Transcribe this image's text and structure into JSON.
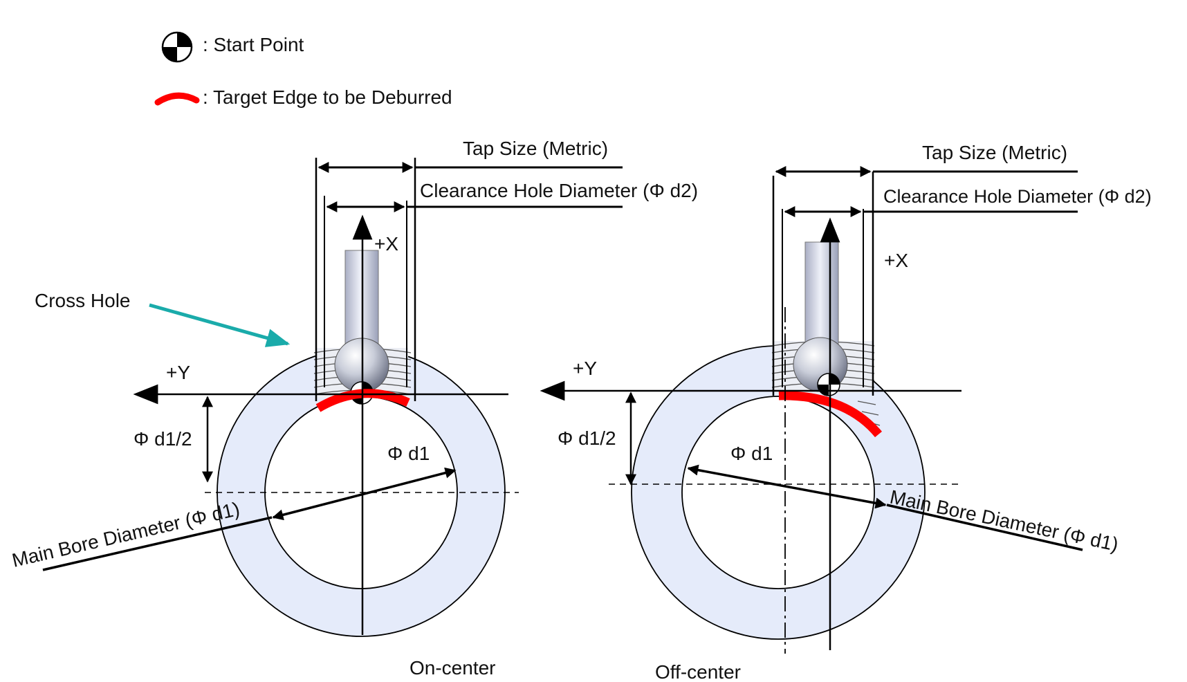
{
  "legend": {
    "start_point": {
      "icon": "start-point-marker-icon",
      "label": ": Start Point"
    },
    "target_edge": {
      "icon": "red-arc-icon",
      "label": ": Target Edge to be Deburred",
      "color": "#ff0000"
    }
  },
  "colors": {
    "bore_fill": "#e5ebfa",
    "target_edge": "#ff0000",
    "cross_hole_arrow": "#1aabaa",
    "tool": "#c8cde0"
  },
  "left": {
    "tap_size": "Tap Size (Metric)",
    "clearance": "Clearance Hole Diameter (Φ d2)",
    "plus_x": "+X",
    "plus_y": "+Y",
    "half_d1": "Φ d1/2",
    "d1": "Φ d1",
    "main_bore": "Main Bore Diameter (Φ d1)",
    "cross_hole": "Cross Hole",
    "caption": "On-center"
  },
  "right": {
    "tap_size": "Tap Size (Metric)",
    "clearance": "Clearance Hole Diameter (Φ d2)",
    "plus_x": "+X",
    "plus_y": "+Y",
    "half_d1": "Φ d1/2",
    "d1": "Φ d1",
    "main_bore": "Main Bore Diameter (Φ d1)",
    "caption": "Off-center"
  }
}
